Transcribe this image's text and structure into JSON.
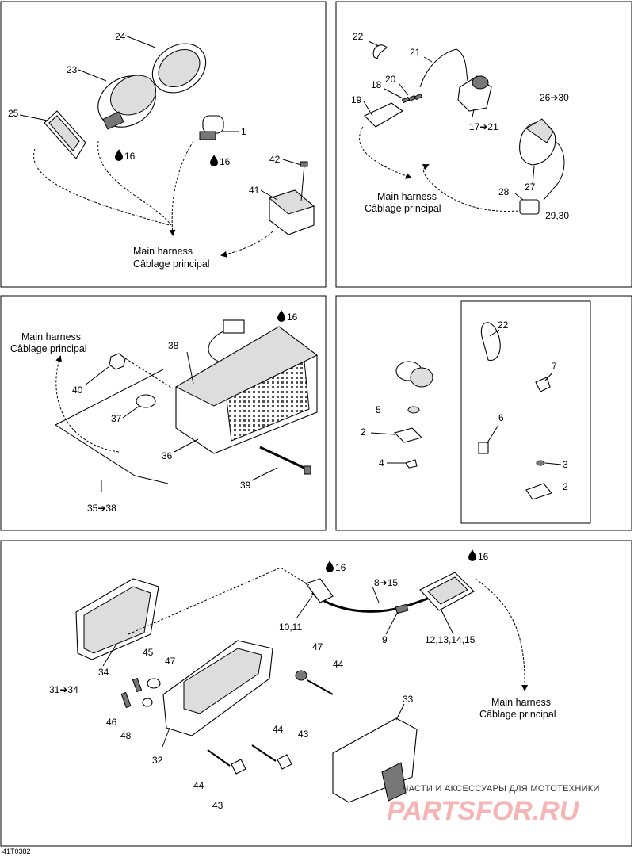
{
  "panels": {
    "p1": {
      "callouts": [
        "24",
        "23",
        "25",
        "1",
        "42",
        "41"
      ],
      "oil16": [
        "16",
        "16"
      ],
      "harness": [
        "Main harness",
        "Câblage principal"
      ]
    },
    "p2": {
      "callouts": [
        "22",
        "21",
        "20",
        "18",
        "19",
        "17➔21",
        "26➔30",
        "27",
        "28",
        "29,30"
      ],
      "harness": [
        "Main harness",
        "Câblage principal"
      ]
    },
    "p3": {
      "callouts": [
        "38",
        "40",
        "37",
        "36",
        "39",
        "35➔38"
      ],
      "oil16": [
        "16"
      ],
      "harness": [
        "Main harness",
        "Câblage principal"
      ]
    },
    "p4": {
      "callouts": [
        "22",
        "7",
        "5",
        "2",
        "6",
        "4",
        "3",
        "2"
      ]
    },
    "p5": {
      "callouts": [
        "8➔15",
        "10,11",
        "9",
        "12,13,14,15",
        "31➔34",
        "34",
        "45",
        "47",
        "47",
        "44",
        "46",
        "48",
        "32",
        "44",
        "43",
        "44",
        "43",
        "33"
      ],
      "oil16": [
        "16",
        "16"
      ],
      "harness": [
        "Main harness",
        "Câblage principal"
      ]
    }
  },
  "footer": {
    "code": "41T0382",
    "watermark_line": "ЧАСТИ И АКСЕССУАРЫ ДЛЯ МОТОТЕХНИКИ",
    "watermark_logo": "PARTSFOR.RU"
  },
  "colors": {
    "line": "#000000",
    "watermark": "#f07a7a"
  },
  "icons": {
    "oil": "oil-drop-icon",
    "arrow": "arrow-icon"
  }
}
